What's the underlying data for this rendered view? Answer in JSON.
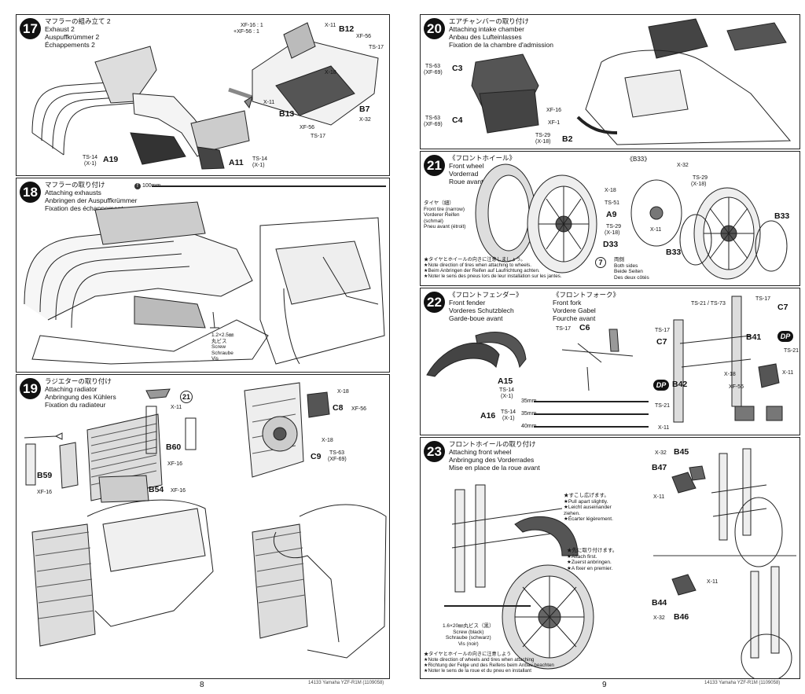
{
  "pages": [
    {
      "number": "8",
      "footer": "14133 Yamaha YZF-R1M (1109058)"
    },
    {
      "number": "9",
      "footer": "14133 Yamaha YZF-R1M (1109058)"
    }
  ],
  "steps": {
    "s17": {
      "num": "17",
      "jp": "マフラーの組み立て 2",
      "en": "Exhaust 2",
      "de": "Auspuffkrümmer 2",
      "fr": "Échappements 2",
      "paint1": "XF-16 : 1",
      "paint2": "+XF-56 : 1",
      "parts": {
        "b12": "B12",
        "b13": "B13",
        "b7": "B7",
        "a19": "A19",
        "a11": "A11"
      },
      "labels": {
        "x11a": "X-11",
        "xf56a": "XF-56",
        "ts17a": "TS-17",
        "x18": "X-18",
        "x11b": "X-11",
        "xf56b": "XF-56",
        "ts17b": "TS-17",
        "x32": "X-32",
        "ts14a": "TS-14",
        "x1a": "(X-1)",
        "ts14b": "TS-14",
        "x1b": "(X-1)"
      }
    },
    "s18": {
      "num": "18",
      "jp": "マフラーの取り付け",
      "en": "Attaching exhausts",
      "de": "Anbringen der Auspuffkrümmer",
      "fr": "Fixation des échappements",
      "tube": "100mm",
      "screw": [
        "1.2×2.5㎜",
        "丸ビス",
        "Screw",
        "Schraube",
        "Vis"
      ]
    },
    "s19": {
      "num": "19",
      "jp": "ラジエターの取り付け",
      "en": "Attaching radiator",
      "de": "Anbringung des Kühlers",
      "fr": "Fixation du radiateur",
      "parts": {
        "b59": "B59",
        "b60": "B60",
        "b54": "B54",
        "c8": "C8",
        "c9": "C9",
        "p21": "21"
      },
      "labels": {
        "x11": "X-11",
        "xf16a": "XF-16",
        "xf16b": "XF-16",
        "xf16c": "XF-16",
        "x18a": "X-18",
        "xf56": "XF-56",
        "x18b": "X-18",
        "ts63": "TS-63",
        "xf69": "(XF-69)"
      }
    },
    "s20": {
      "num": "20",
      "jp": "エアチャンバーの取り付け",
      "en": "Attaching intake chamber",
      "de": "Anbau des Lufteinlasses",
      "fr": "Fixation de la chambre d'admission",
      "parts": {
        "c3": "C3",
        "c4": "C4",
        "b2": "B2"
      },
      "labels": {
        "ts63a": "TS-63",
        "xf69a": "(XF-69)",
        "ts63b": "TS-63",
        "xf69b": "(XF-69)",
        "xf16": "XF-16",
        "xf1": "XF-1",
        "ts29": "TS-29",
        "x18": "(X-18)"
      }
    },
    "s21": {
      "num": "21",
      "jp": "《フロントホイール》",
      "en": "Front wheel",
      "de": "Vorderrad",
      "fr": "Roue avant",
      "b33title": "《B33》",
      "tire": [
        "タイヤ（細）",
        "Front tire (narrow)",
        "Vorderer Reifen",
        "(schmal)",
        "Pneu avant (étroit)"
      ],
      "notes": [
        "★タイヤとホイールの向きに注意しましょう。",
        "★Note direction of tires when attaching to wheels.",
        "★Beim Anbringen der Reifen auf Laufrichtung achten.",
        "★Noter le sens des pneus lors de leur installation sur les jantes."
      ],
      "both": [
        "両側",
        "Both sides",
        "Beide Seiten",
        "Des deux côtés"
      ],
      "parts": {
        "a9": "A9",
        "d33": "D33",
        "b33a": "B33",
        "b33b": "B33",
        "seven": "7"
      },
      "labels": {
        "x18": "X-18",
        "ts51": "TS-51",
        "ts29a": "TS-29",
        "x18b": "(X-18)",
        "x32": "X-32",
        "ts29b": "TS-29",
        "x18c": "(X-18)",
        "x11": "X-11"
      }
    },
    "s22": {
      "num": "22",
      "jp": "《フロントフェンダー》",
      "en": "Front fender",
      "de": "Vorderes Schutzblech",
      "fr": "Garde-boue avant",
      "jp2": "《フロントフォーク》",
      "en2": "Front fork",
      "de2": "Vordere Gabel",
      "fr2": "Fourche avant",
      "parts": {
        "a15": "A15",
        "a16": "A16",
        "c6": "C6",
        "c7a": "C7",
        "c7b": "C7",
        "b41": "B41",
        "b42": "B42",
        "dp1": "DP",
        "dp2": "DP"
      },
      "labels": {
        "ts14a": "TS-14",
        "x1a": "(X-1)",
        "ts14b": "TS-14",
        "x1b": "(X-1)",
        "ts17a": "TS-17",
        "ts21a": "TS-21 / TS-73",
        "ts17b": "TS-17",
        "ts17c": "TS-17",
        "ts21b": "TS-21",
        "x18": "X-18",
        "xf56": "XF-56",
        "x11a": "X-11",
        "ts21c": "TS-21",
        "x11b": "X-11"
      },
      "tubes": [
        "35mm",
        "35mm",
        "40mm"
      ]
    },
    "s23": {
      "num": "23",
      "jp": "フロントホイールの取り付け",
      "en": "Attaching front wheel",
      "de": "Anbringung des Vorderrades",
      "fr": "Mise en place de la roue avant",
      "spread": [
        "★すこし広げます。",
        "★Pull apart slightly.",
        "★Leicht auseinander",
        "ziehen.",
        "★Écarter légèrement."
      ],
      "first": [
        "★先に取り付けます。",
        "★Attach first.",
        "★Zuerst anbringen.",
        "★A fixer en premier."
      ],
      "screw": [
        "1.6×20㎜丸ビス（黒）",
        "Screw (black)",
        "Schraube (schwarz)",
        "Vis (noir)"
      ],
      "notes": [
        "★タイヤとホイールの向きに注意しよう",
        "★Note direction of wheels and tires when attaching",
        "★Richtung der Felge und des Reifens beim Anbau beachten",
        "★Noter le sens de la roue et du pneu en installant"
      ],
      "parts": {
        "b45": "B45",
        "b47": "B47",
        "b44": "B44",
        "b46": "B46"
      },
      "labels": {
        "x32a": "X-32",
        "x11a": "X-11",
        "x11b": "X-11",
        "x32b": "X-32"
      }
    }
  }
}
